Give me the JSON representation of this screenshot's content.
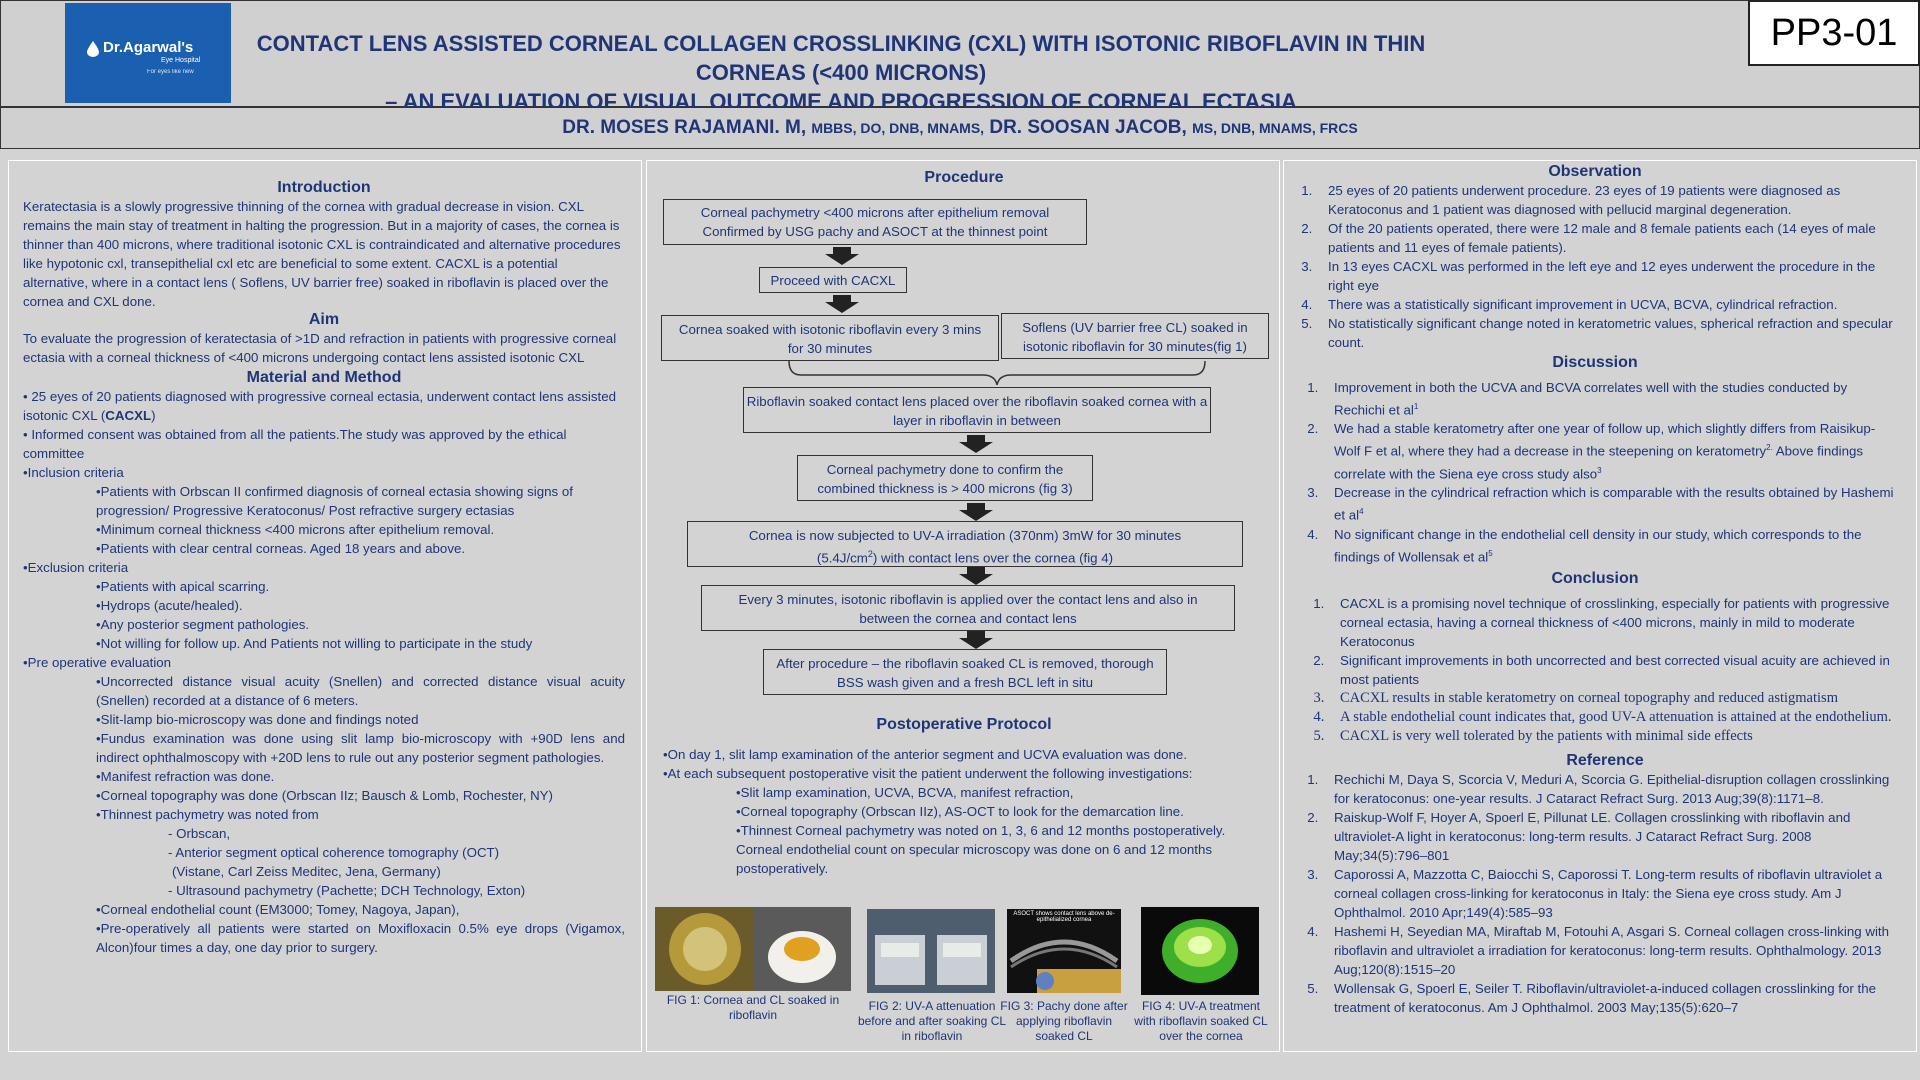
{
  "header": {
    "logo_name": "Dr.Agarwal's",
    "logo_sub": "Eye Hospital",
    "logo_tagline": "For eyes like new",
    "title_line1": "CONTACT LENS ASSISTED CORNEAL COLLAGEN CROSSLINKING (CXL) WITH ISOTONIC RIBOFLAVIN IN THIN CORNEAS (<400 MICRONS)",
    "title_line2": "– AN EVALUATION OF VISUAL OUTCOME AND PROGRESSION OF CORNEAL ECTASIA",
    "poster_code": "PP3-01",
    "author1": "DR. MOSES RAJAMANI. M,",
    "author1_deg": "MBBS, DO, DNB, MNAMS,",
    "author2": "DR. SOOSAN JACOB,",
    "author2_deg": "MS, DNB, MNAMS, FRCS"
  },
  "left": {
    "intro_title": "Introduction",
    "intro_text": "Keratectasia is a slowly progressive thinning of the cornea with gradual decrease in vision. CXL remains the main stay of treatment in halting the progression. But in a majority of cases, the cornea is thinner than 400 microns, where traditional isotonic CXL is contraindicated and alternative procedures like hypotonic cxl, transepithelial cxl etc are beneficial to some extent. CACXL is a potential alternative, where in a contact lens ( Soflens, UV barrier free) soaked in riboflavin is placed over the cornea and CXL done.",
    "aim_title": "Aim",
    "aim_text": "To evaluate the progression of keratectasia of >1D and refraction in patients with progressive corneal ectasia with a corneal thickness of <400 microns undergoing contact lens assisted isotonic CXL",
    "mm_title": "Material and Method",
    "mm_1": "• 25 eyes of 20 patients diagnosed with progressive corneal ectasia, underwent contact lens assisted isotonic CXL (",
    "mm_1_bold": "CACXL",
    "mm_1_end": ")",
    "mm_2": "• Informed consent was obtained from all the patients.The study was approved by the ethical committee",
    "inc_title": "•Inclusion criteria",
    "inc_1": "•Patients with Orbscan II confirmed diagnosis of corneal ectasia showing signs of progression/ Progressive Keratoconus/ Post refractive surgery ectasias",
    "inc_2": "•Minimum corneal thickness <400 microns after epithelium removal.",
    "inc_3": "•Patients with clear central corneas. Aged 18 years and above.",
    "exc_title": "•Exclusion criteria",
    "exc_1": "•Patients with apical scarring.",
    "exc_2": "•Hydrops (acute/healed).",
    "exc_3": "•Any posterior segment pathologies.",
    "exc_4": "•Not willing for follow up. And Patients not willing to participate in the study",
    "pre_title": "•Pre operative evaluation",
    "pre_1": "•Uncorrected distance visual acuity (Snellen) and corrected distance visual acuity (Snellen) recorded at a distance of 6 meters.",
    "pre_2": "•Slit-lamp bio-microscopy was done and findings noted",
    "pre_3": "•Fundus examination was done using slit lamp bio-microscopy with +90D lens and indirect ophthalmoscopy with +20D lens to rule out any posterior segment pathologies.",
    "pre_4": "•Manifest refraction was done.",
    "pre_5": "•Corneal topography was done (Orbscan IIz; Bausch & Lomb, Rochester, NY)",
    "pre_6": "•Thinnest pachymetry was noted from",
    "pre_6a": "- Orbscan,",
    "pre_6b": "- Anterior segment optical coherence tomography (OCT)",
    "pre_6c": "(Vistane, Carl Zeiss Meditec, Jena, Germany)",
    "pre_6d": "- Ultrasound pachymetry (Pachette; DCH Technology, Exton)",
    "pre_7": "•Corneal endothelial count (EM3000; Tomey, Nagoya, Japan),",
    "pre_8": "•Pre-operatively all patients were started on Moxifloxacin 0.5% eye drops (Vigamox, Alcon)four times a day, one day prior to surgery."
  },
  "middle": {
    "procedure_title": "Procedure",
    "step1": "Corneal pachymetry <400 microns after epithelium removal\nConfirmed by USG pachy and ASOCT at the thinnest point",
    "step2": "Proceed with CACXL",
    "step3a": "Cornea soaked with isotonic riboflavin every 3 mins for 30 minutes",
    "step3b": "Soflens (UV barrier free CL) soaked in isotonic riboflavin for 30 minutes(fig 1)",
    "step4": "Riboflavin soaked contact lens placed over the riboflavin soaked cornea with a layer in riboflavin in between",
    "step5": "Corneal pachymetry done to confirm the combined thickness is > 400 microns (fig 3)",
    "step6a": "Cornea is now subjected to UV-A irradiation (370nm) 3mW for 30 minutes",
    "step6b": "(5.4J/cm",
    "step6sup": "2",
    "step6c": ") with contact lens over the cornea (fig 4)",
    "step7": "Every 3 minutes, isotonic riboflavin is applied over the contact lens and also in between the cornea and contact lens",
    "step8": "After procedure – the riboflavin soaked CL is removed, thorough BSS wash given and a fresh BCL left in situ",
    "postop_title": "Postoperative Protocol",
    "postop_1": "•On day 1, slit lamp examination of the anterior segment and UCVA evaluation was done.",
    "postop_2": "•At each subsequent postoperative visit the patient underwent the following investigations:",
    "postop_2a": "•Slit lamp examination, UCVA, BCVA, manifest refraction,",
    "postop_2b": "•Corneal topography (Orbscan IIz), AS-OCT to look for the demarcation line.",
    "postop_2c": "•Thinnest Corneal pachymetry was noted on 1, 3, 6 and 12 months postoperatively. Corneal endothelial count on specular microscopy was done on 6 and 12 months postoperatively.",
    "fig1_cap": "FIG 1: Cornea and CL soaked in riboflavin",
    "fig2_cap": "FIG 2: UV-A attenuation before and after soaking CL in riboflavin",
    "fig3_cap": "FIG 3: Pachy done after applying riboflavin soaked CL",
    "fig4_cap": "FIG 4: UV-A treatment with riboflavin soaked CL over the cornea",
    "fig3_inner": "ASOCT shows contact lens above de-epithelialized cornea"
  },
  "right": {
    "obs_title": "Observation",
    "obs": [
      "25 eyes of 20 patients underwent procedure. 23 eyes of 19 patients were diagnosed as Keratoconus and 1 patient was diagnosed with pellucid marginal degeneration.",
      "Of the 20 patients operated, there were 12 male and 8 female patients each (14 eyes of male patients and 11 eyes of female patients).",
      "In 13 eyes CACXL was performed in the left eye and 12 eyes underwent the procedure in the right eye",
      "There was a statistically significant improvement in UCVA, BCVA, cylindrical refraction.",
      "No statistically significant change noted in keratometric values, spherical refraction and specular count."
    ],
    "disc_title": "Discussion",
    "disc_1": "Improvement in both the UCVA and BCVA correlates well with the studies conducted by Rechichi et al",
    "disc_1_sup": "1",
    "disc_2": "We had a stable keratometry after one year of follow up, which slightly differs from Raisikup-Wolf F et al, where they had a decrease in the steepening on keratometry",
    "disc_2_sup": "2.",
    "disc_2b": " Above findings correlate with the Siena eye cross study also",
    "disc_2b_sup": "3",
    "disc_3": "Decrease in the cylindrical refraction which is comparable with the results obtained by Hashemi et al",
    "disc_3_sup": "4",
    "disc_4": "No significant change in the endothelial cell density in our study, which corresponds to the findings of Wollensak et al",
    "disc_4_sup": "5",
    "conc_title": "Conclusion",
    "conc_a": [
      "CACXL is a promising novel technique of crosslinking, especially for patients with progressive corneal ectasia, having a corneal thickness of <400 microns, mainly in mild to moderate Keratoconus",
      "Significant improvements in both uncorrected and best corrected visual acuity are achieved in most patients"
    ],
    "conc_b": [
      "CACXL results in stable keratometry on corneal topography and reduced astigmatism",
      "A stable endothelial count indicates that, good UV-A attenuation is attained at the endothelium.",
      "CACXL is very well tolerated by the patients with minimal side effects"
    ],
    "ref_title": "Reference",
    "refs": [
      "Rechichi M, Daya S, Scorcia V, Meduri A, Scorcia G. Epithelial-disruption collagen crosslinking for keratoconus: one-year results. J Cataract Refract Surg. 2013 Aug;39(8):1171–8.",
      "Raiskup-Wolf F, Hoyer A, Spoerl E, Pillunat LE. Collagen crosslinking with riboflavin and ultraviolet-A light in keratoconus: long-term results. J Cataract Refract Surg. 2008 May;34(5):796–801",
      "Caporossi A, Mazzotta C, Baiocchi S, Caporossi T. Long-term results of riboflavin ultraviolet a corneal collagen cross-linking for keratoconus in Italy: the Siena eye cross study. Am J Ophthalmol. 2010 Apr;149(4):585–93",
      "Hashemi H, Seyedian MA, Miraftab M, Fotouhi A, Asgari S. Corneal collagen cross-linking with riboflavin and ultraviolet a irradiation for keratoconus: long-term results. Ophthalmology. 2013 Aug;120(8):1515–20",
      "Wollensak G, Spoerl E, Seiler T. Riboflavin/ultraviolet-a-induced collagen crosslinking for the treatment of keratoconus. Am J Ophthalmol. 2003 May;135(5):620–7"
    ]
  }
}
